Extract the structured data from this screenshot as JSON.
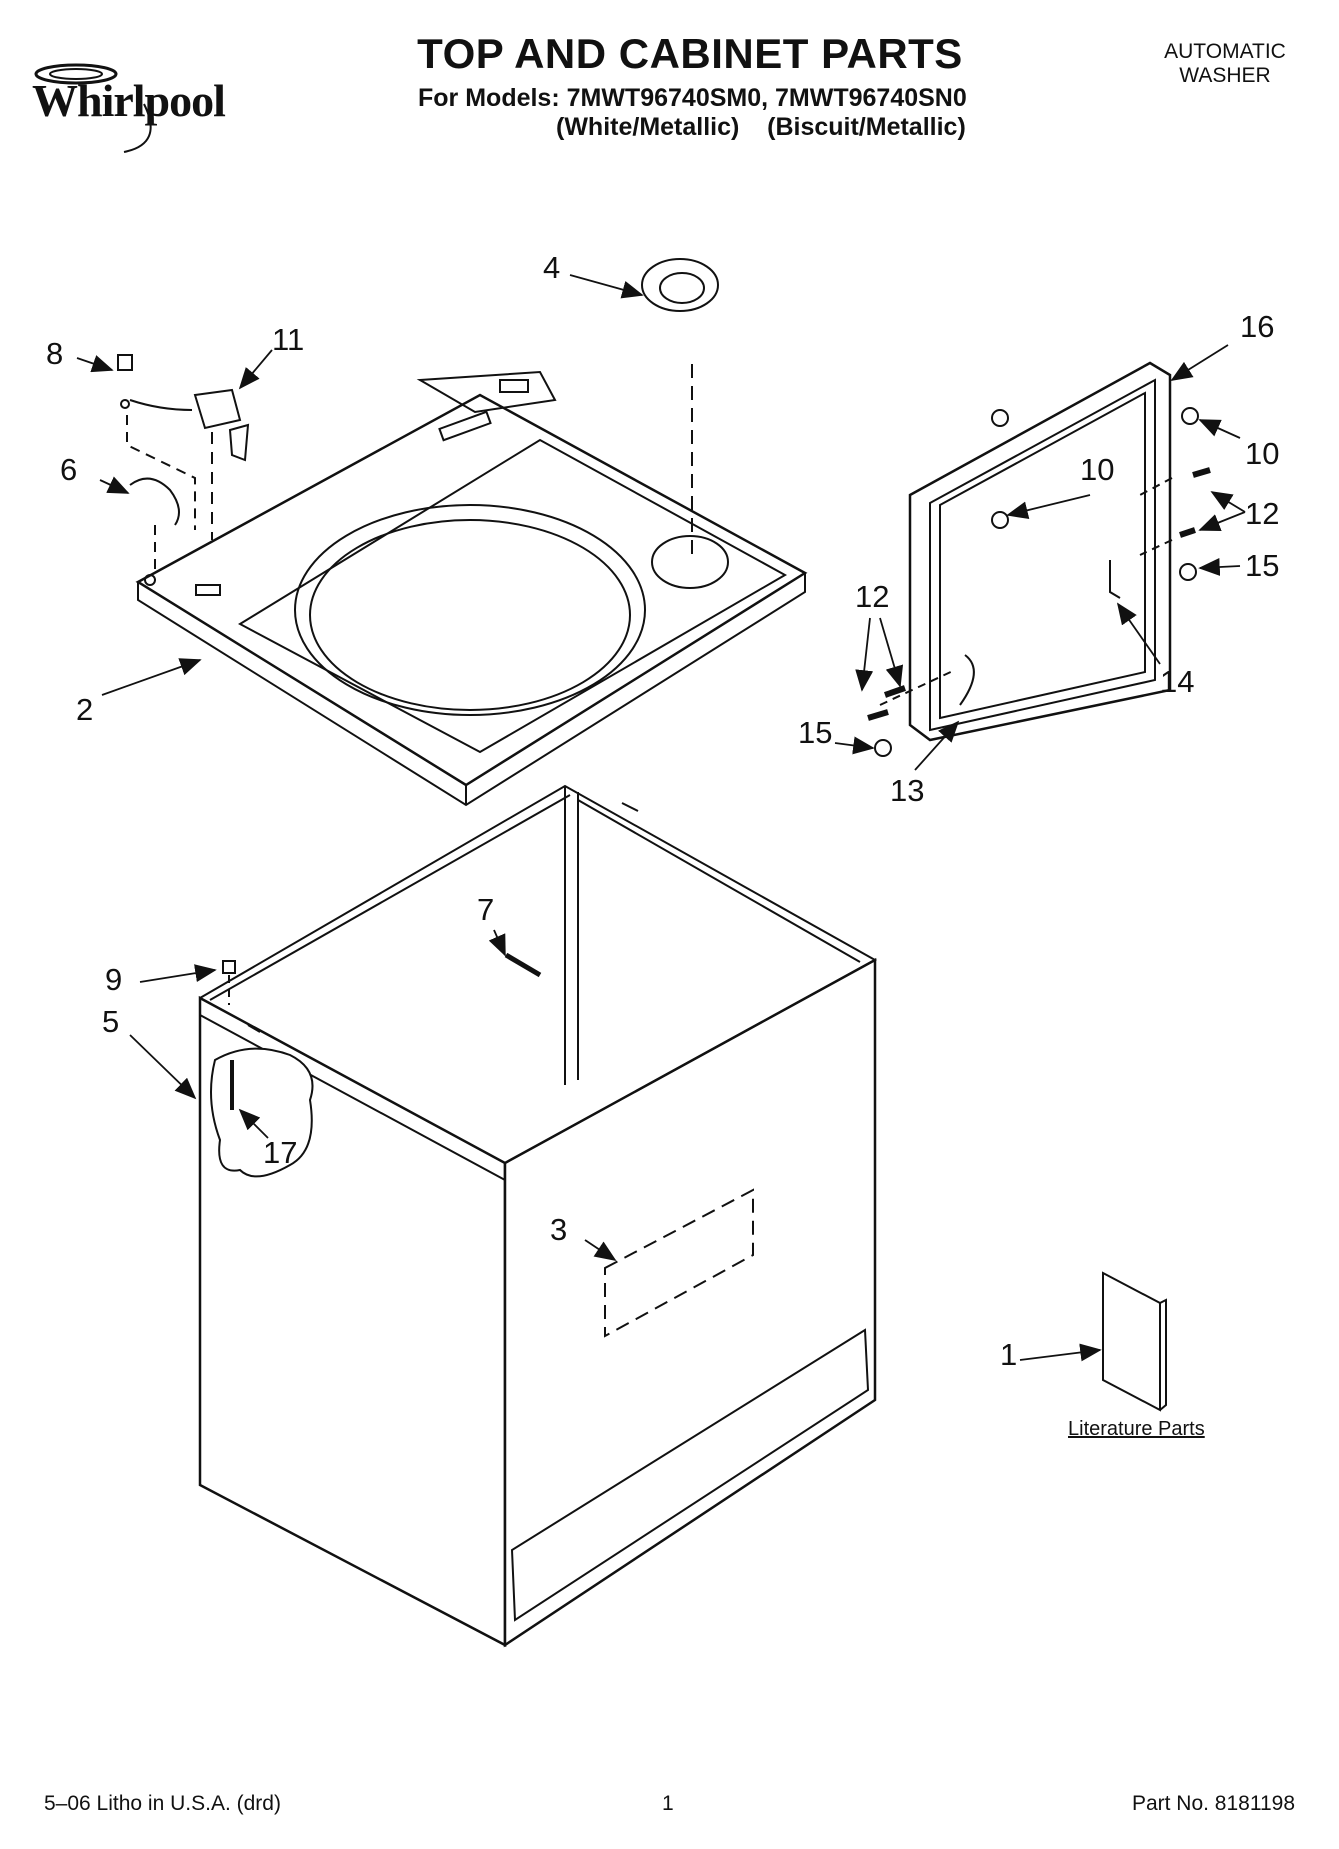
{
  "brand": {
    "logo_text": "Whirlpool"
  },
  "header": {
    "title": "TOP AND CABINET PARTS",
    "models_line": "For Models: 7MWT96740SM0, 7MWT96740SN0",
    "colors_line": "(White/Metallic)    (Biscuit/Metallic)",
    "product_line1": "AUTOMATIC",
    "product_line2": "WASHER"
  },
  "callouts": [
    "1",
    "2",
    "3",
    "4",
    "5",
    "6",
    "7",
    "8",
    "9",
    "10",
    "10",
    "11",
    "12",
    "12",
    "13",
    "14",
    "15",
    "15",
    "16",
    "17"
  ],
  "literature_label": "Literature Parts",
  "footer": {
    "left": "5–06 Litho in U.S.A. (drd)",
    "page": "1",
    "right": "Part No. 8181198"
  }
}
